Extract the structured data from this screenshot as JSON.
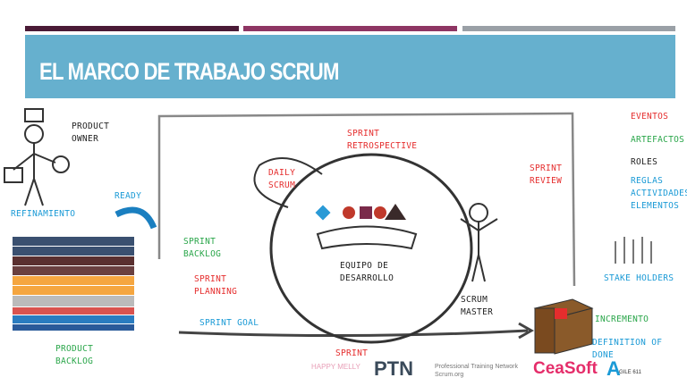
{
  "title": "EL MARCO DE TRABAJO SCRUM",
  "colors": {
    "bar1": "#4a1a36",
    "bar2": "#8e3563",
    "bar3": "#9aa0a6",
    "title_bg": "#66b0ce",
    "red": "#e52d2d",
    "green": "#2aa64a",
    "blue": "#1a9ad6"
  },
  "diagram": {
    "product_owner": "PRODUCT\nOWNER",
    "ready": "READY",
    "refinamiento": "REFINAMIENTO",
    "sprint_backlog": "SPRINT\nBACKLOG",
    "sprint_planning": "SPRINT\nPLANNING",
    "sprint_goal": "SPRINT GOAL",
    "product_backlog": "PRODUCT\nBACKLOG",
    "sprint_retrospective": "SPRINT\nRETROSPECTIVE",
    "daily_scrum": "DAILY\nSCRUM",
    "sprint_review": "SPRINT\nREVIEW",
    "equipo": "EQUIPO DE\nDESARROLLO",
    "scrum_master": "SCRUM\nMASTER",
    "sprint": "SPRINT",
    "stake_holders": "STAKE HOLDERS",
    "incremento": "INCREMENTO",
    "definition_of_done": "DEFINITION OF DONE"
  },
  "legend": {
    "eventos": "EVENTOS",
    "artefactos": "ARTEFACTOS",
    "roles": "ROLES",
    "reglas": "REGLAS\nACTIVIDADES\nELEMENTOS"
  },
  "logos": {
    "happy_melly": "HAPPY MELLY",
    "ptn": "PTN",
    "ptn_sub": "Professional Training Network\nScrum.org",
    "ceasoft": "CeaSoft",
    "agile": "GILE 611"
  }
}
